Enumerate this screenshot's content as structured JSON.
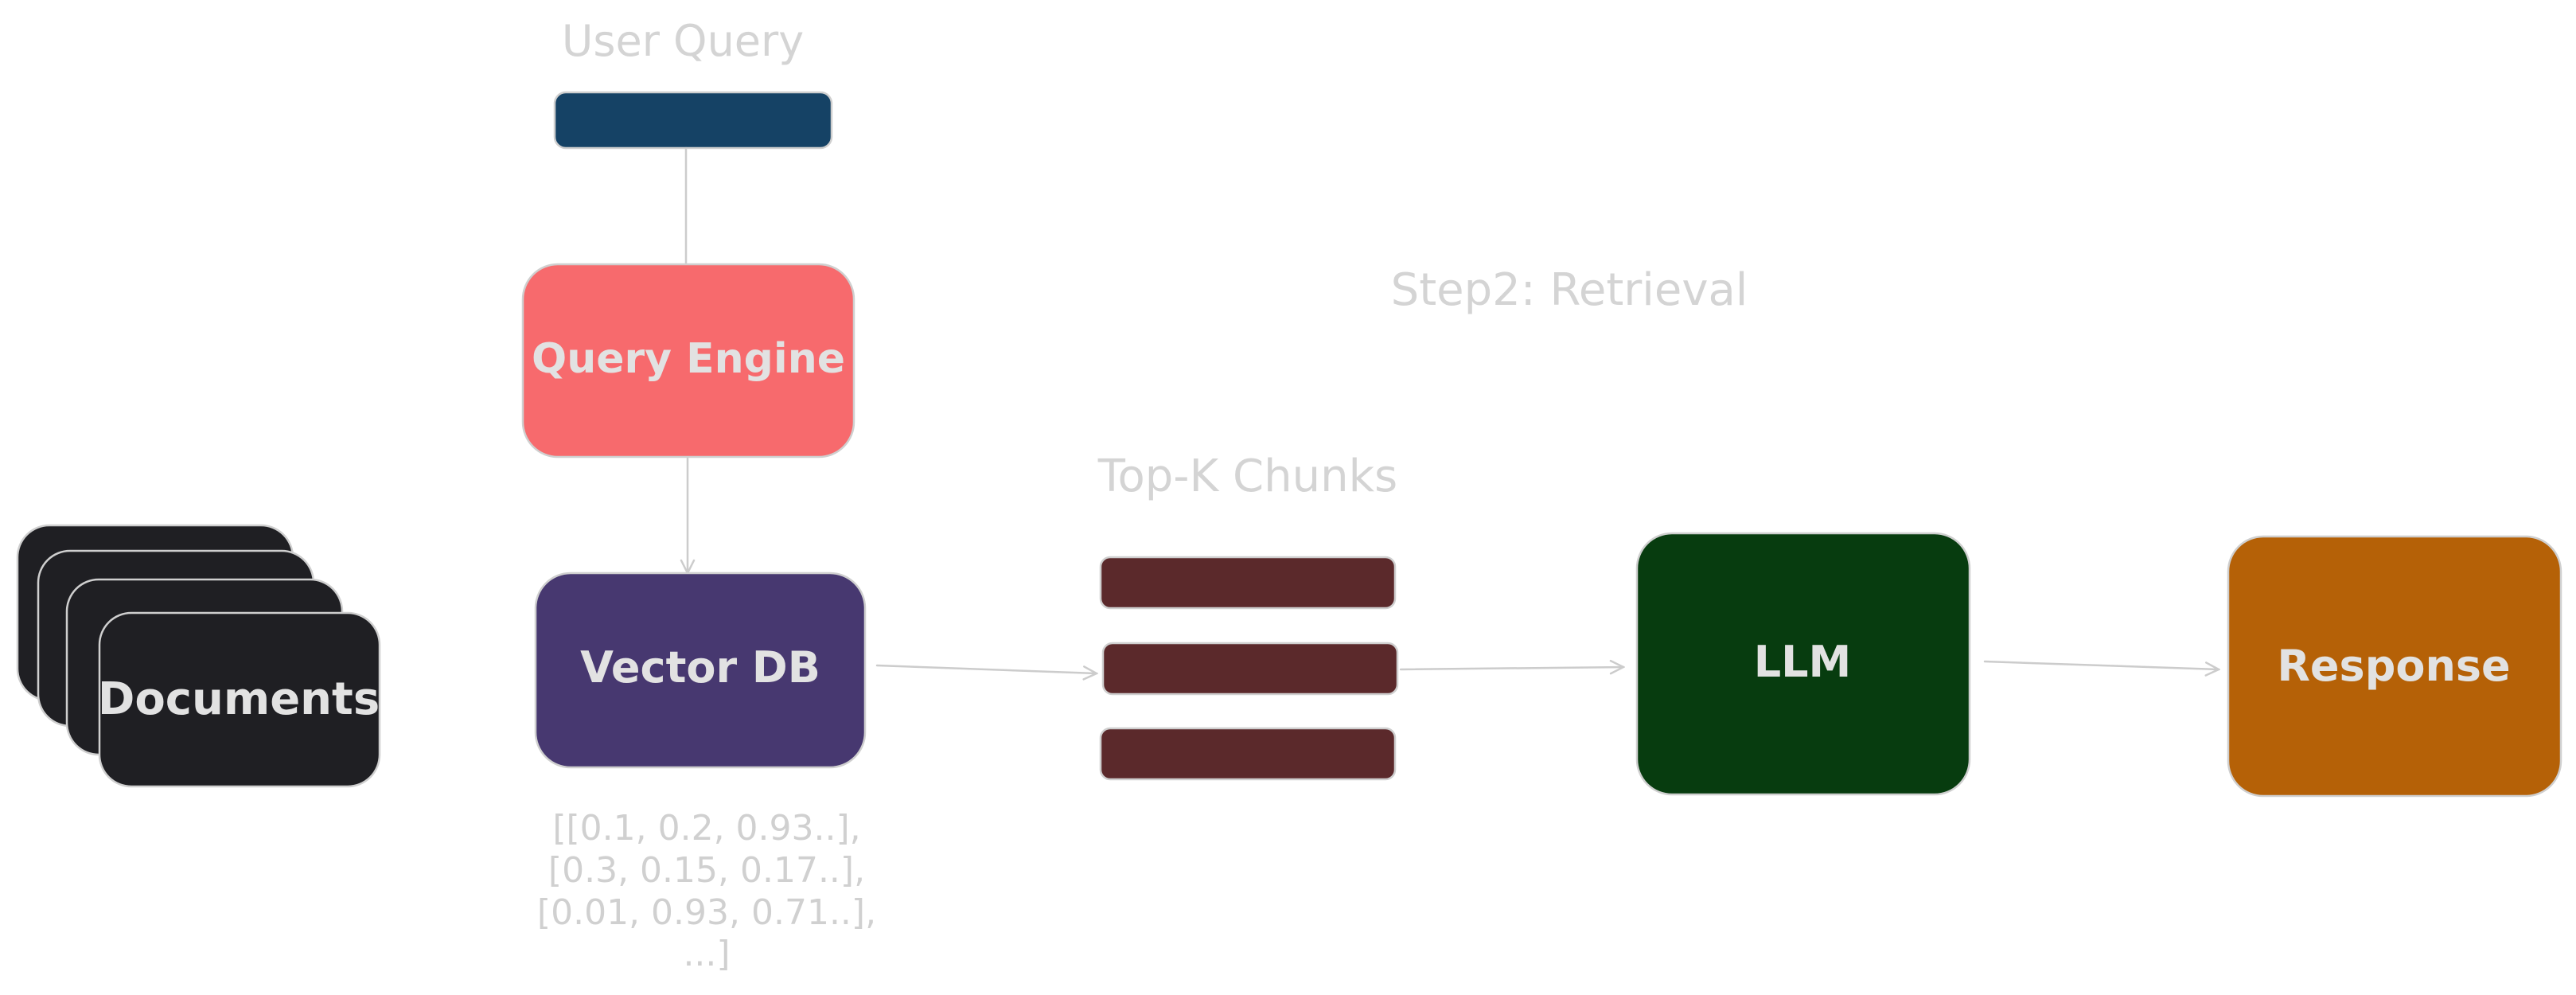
{
  "labels": {
    "user_query": "User Query",
    "step2": "Step2: Retrieval",
    "top_k": "Top-K Chunks"
  },
  "nodes": {
    "query_engine": "Query Engine",
    "vector_db": "Vector DB",
    "documents": "Documents",
    "llm": "LLM",
    "response": "Response"
  },
  "embeddings": [
    "[[0.1, 0.2, 0.93..],",
    "[0.3, 0.15, 0.17..],",
    "[0.01, 0.93, 0.71..],",
    "...]"
  ],
  "colors": {
    "user_query_bar": "#154265",
    "query_engine": "#f76a6d",
    "vector_db": "#473870",
    "documents": "#1f1f23",
    "chunk": "#5b292b",
    "llm": "#073c0f",
    "response": "#b56107",
    "label_gray": "#d4d4d4",
    "connector": "#cccccc"
  }
}
